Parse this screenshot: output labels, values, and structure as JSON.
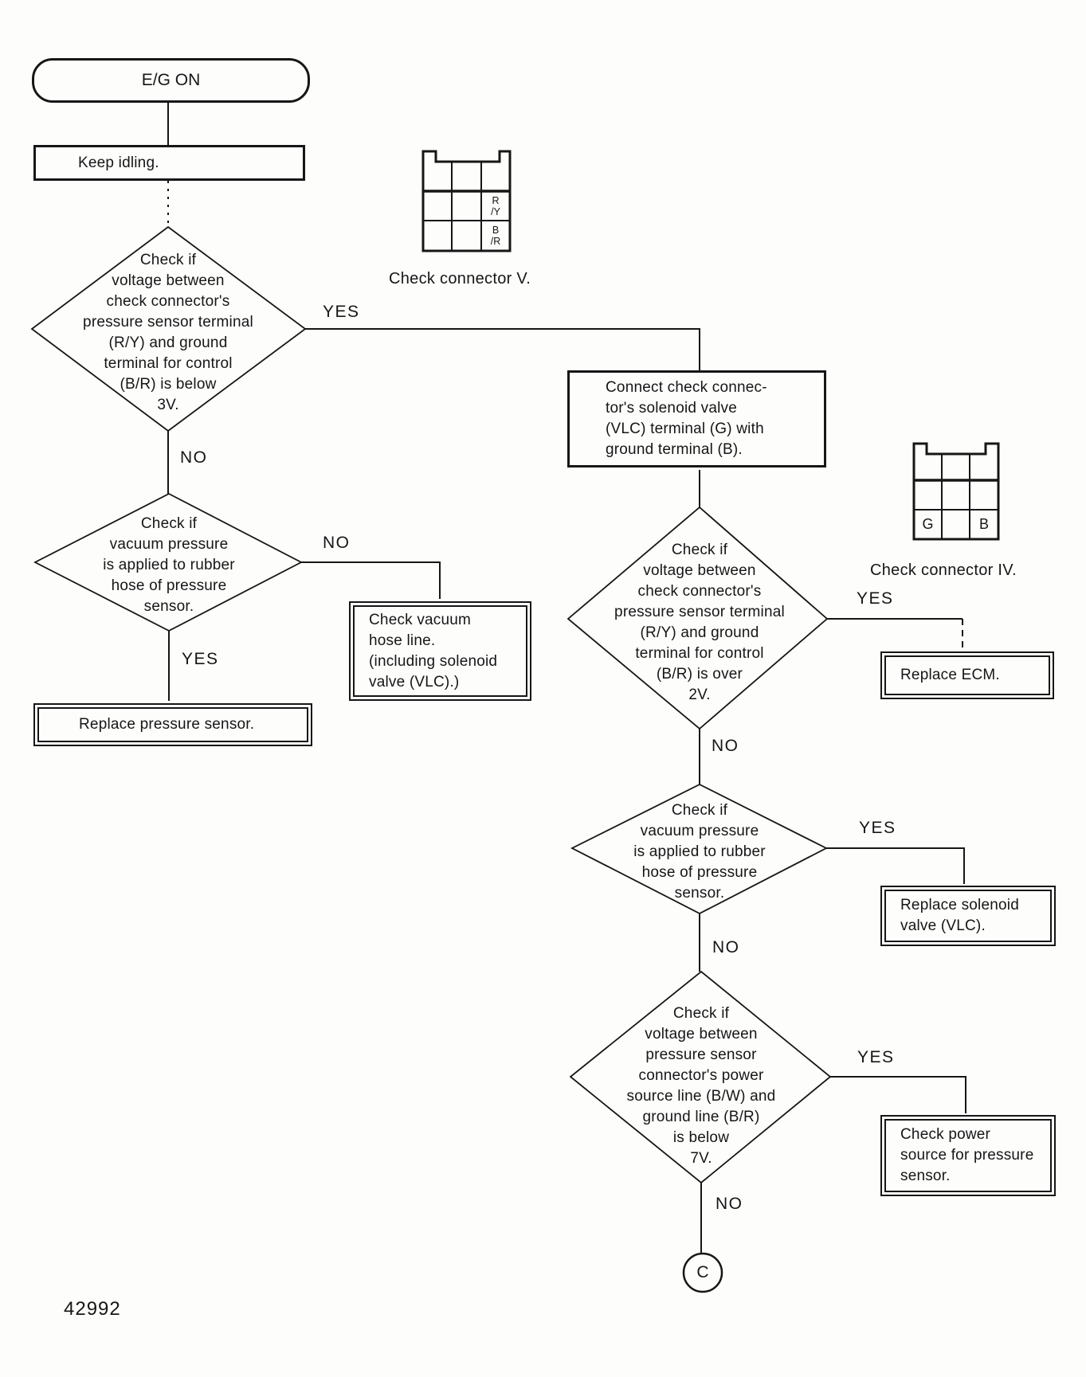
{
  "figure_number": "42992",
  "flowchart": {
    "start": "E/G ON",
    "keep_idling": "Keep idling.",
    "decision_below_3v": "Check if\nvoltage between\ncheck connector's\npressure sensor terminal\n(R/Y) and ground\nterminal for control\n(B/R) is below\n3V.",
    "decision_vacuum_left": "Check if\nvacuum pressure\nis applied to rubber\nhose of pressure\nsensor.",
    "box_check_vacuum_hose": "Check vacuum\nhose line.\n(including solenoid\nvalve (VLC).)",
    "box_replace_pressure_sensor": "Replace pressure sensor.",
    "box_connect_check_connector": "Connect check connec-\ntor's solenoid valve\n(VLC) terminal (G) with\nground terminal (B).",
    "decision_over_2v": "Check if\nvoltage between\ncheck connector's\npressure sensor terminal\n(R/Y) and ground\nterminal for control\n(B/R) is over\n2V.",
    "box_replace_ecm": "Replace ECM.",
    "decision_vacuum_right": "Check if\nvacuum pressure\nis applied to rubber\nhose of pressure\nsensor.",
    "box_replace_solenoid": "Replace solenoid\nvalve (VLC).",
    "decision_below_7v": "Check if\nvoltage between\npressure sensor\nconnector's power\nsource line (B/W) and\nground line (B/R)\nis below\n7V.",
    "box_check_power_source": "Check power\nsource for pressure\nsensor.",
    "offpage_connector": "C"
  },
  "captions": {
    "connector_v": "Check connector V.",
    "connector_iv": "Check connector IV."
  },
  "connector_v_cells": {
    "r_y": "R\n/Y",
    "b_r": "B\n/R"
  },
  "connector_iv_cells": {
    "g": "G",
    "b": "B"
  },
  "edge_labels": {
    "below3v_yes": "YES",
    "below3v_no": "NO",
    "vacuum_left_no": "NO",
    "vacuum_left_yes": "YES",
    "over2v_yes": "YES",
    "over2v_no": "NO",
    "vacuum_right_yes": "YES",
    "vacuum_right_no": "NO",
    "below7v_yes": "YES",
    "below7v_no": "NO"
  },
  "colors": {
    "ink": "#161616",
    "paper": "#fdfdfc"
  }
}
